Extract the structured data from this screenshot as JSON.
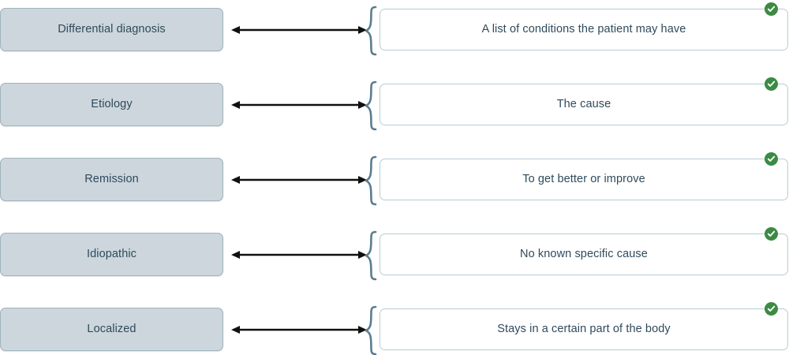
{
  "activity": {
    "type": "matching-exercise",
    "rows": [
      {
        "term": "Differential diagnosis",
        "definition": "A list of conditions the patient may have",
        "status_icon": "check-circle-icon",
        "status": "correct"
      },
      {
        "term": "Etiology",
        "definition": "The cause",
        "status_icon": "check-circle-icon",
        "status": "correct"
      },
      {
        "term": "Remission",
        "definition": "To get better or improve",
        "status_icon": "check-circle-icon",
        "status": "correct"
      },
      {
        "term": "Idiopathic",
        "definition": "No known specific cause",
        "status_icon": "check-circle-icon",
        "status": "correct"
      },
      {
        "term": "Localized",
        "definition": "Stays in a certain part of the body",
        "status_icon": "check-circle-icon",
        "status": "correct"
      }
    ],
    "connector_icon": "double-arrow-icon",
    "brace_icon": "curly-brace-icon"
  },
  "colors": {
    "term_fill": "#ccd6dc",
    "term_border": "#9fb3bd",
    "definition_fill": "#ffffff",
    "definition_border": "#b9ccd4",
    "text": "#2f4a5c",
    "brace": "#5b7c91",
    "arrow": "#101010",
    "correct_badge": "#3c8b44"
  }
}
